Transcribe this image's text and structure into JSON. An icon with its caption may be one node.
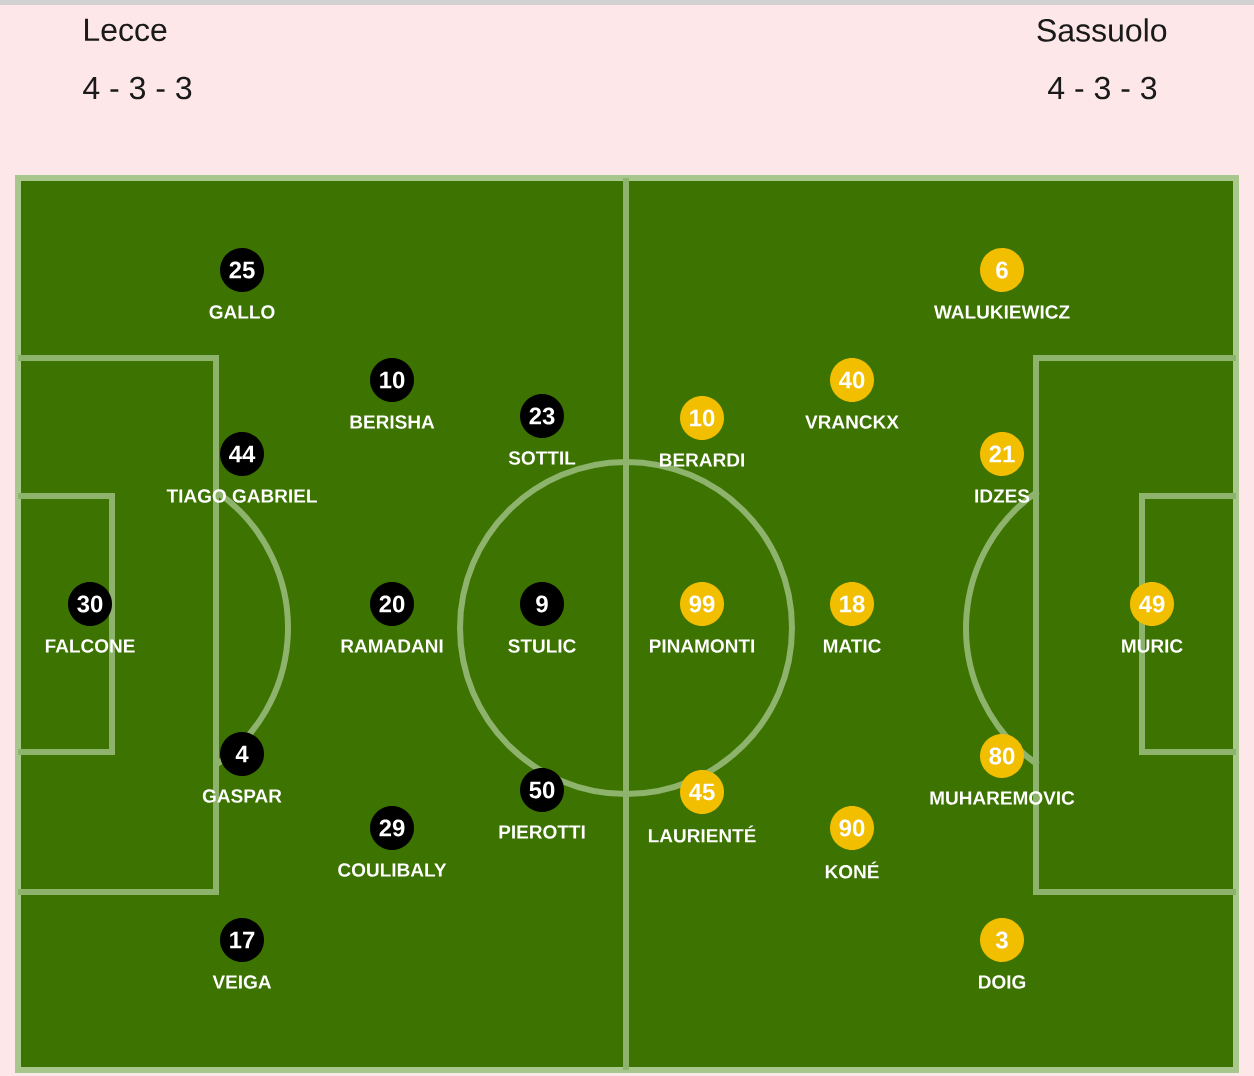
{
  "diagram": {
    "nodes": [
      {
        "text": [
          "25"
        ],
        "beside": [
          "GALLO"
        ]
      },
      {
        "text": [
          "10"
        ],
        "beside": [
          "BERISHA"
        ]
      },
      {
        "text": [
          "23"
        ],
        "beside": [
          "SOTTIL"
        ]
      },
      {
        "text": [
          "44"
        ],
        "beside": [
          "TIAGO GABRIEL"
        ]
      },
      {
        "text": [
          "30"
        ],
        "beside": [
          "FALCONE"
        ]
      },
      {
        "text": [
          "20"
        ],
        "beside": [
          "RAMADANI"
        ]
      },
      {
        "text": [
          "9"
        ],
        "beside": [
          "STULIC"
        ]
      },
      {
        "text": [
          "4"
        ],
        "beside": [
          "GASPAR"
        ]
      },
      {
        "text": [
          "50"
        ],
        "beside": [
          "PIEROTTI"
        ]
      },
      {
        "text": [
          "29"
        ],
        "beside": [
          "COULIBALY"
        ]
      },
      {
        "text": [
          "17"
        ],
        "beside": [
          "VEIGA"
        ]
      },
      {
        "text": [
          "6"
        ],
        "beside": [
          "WALUKIEWICZ"
        ]
      },
      {
        "text": [
          "40"
        ],
        "beside": [
          "VRANCKX"
        ]
      },
      {
        "text": [
          "10"
        ],
        "beside": [
          "BERARDI"
        ]
      },
      {
        "text": [
          "21"
        ],
        "beside": [
          "IDZES"
        ]
      },
      {
        "text": [
          "99"
        ],
        "beside": [
          "PINAMONTI"
        ]
      },
      {
        "text": [
          "18"
        ],
        "beside": [
          "MATIC"
        ]
      },
      {
        "text": [
          "49"
        ],
        "beside": [
          "MURIC"
        ]
      },
      {
        "text": [
          "80"
        ],
        "beside": [
          "MUHAREMOVIC"
        ]
      },
      {
        "text": [
          "45"
        ],
        "beside": [
          "LAURIENTÉ"
        ]
      },
      {
        "text": [
          "90"
        ],
        "beside": [
          "KONÉ"
        ]
      },
      {
        "text": [
          "3"
        ],
        "beside": [
          "DOIG"
        ]
      }
    ],
    "labels": [
      "Lecce",
      "4 - 3 - 3",
      "Sassuolo",
      "4 - 3 - 3"
    ]
  }
}
